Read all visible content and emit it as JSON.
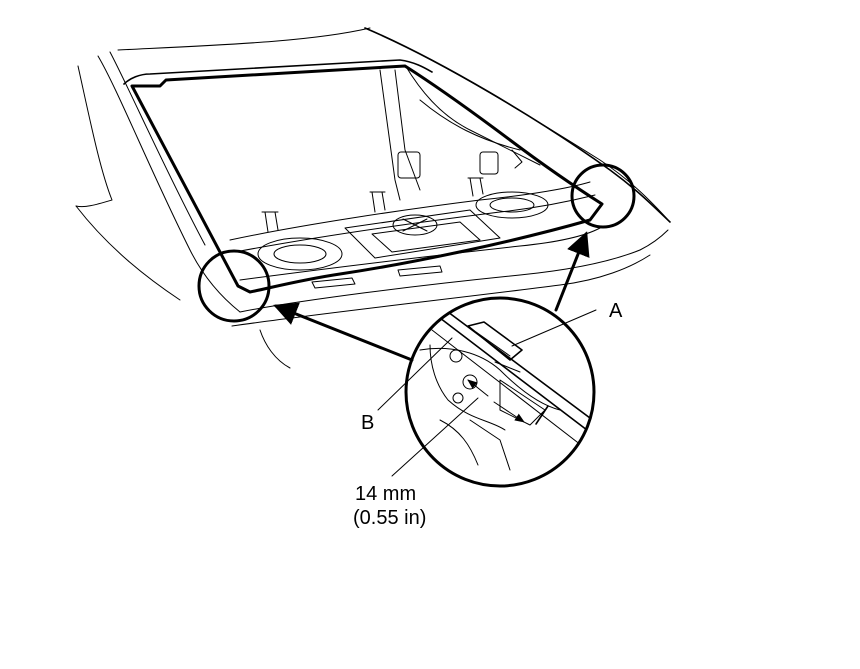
{
  "labels": {
    "a": "A",
    "b": "B",
    "dimension_metric": "14 mm",
    "dimension_imperial": "(0.55 in)"
  }
}
